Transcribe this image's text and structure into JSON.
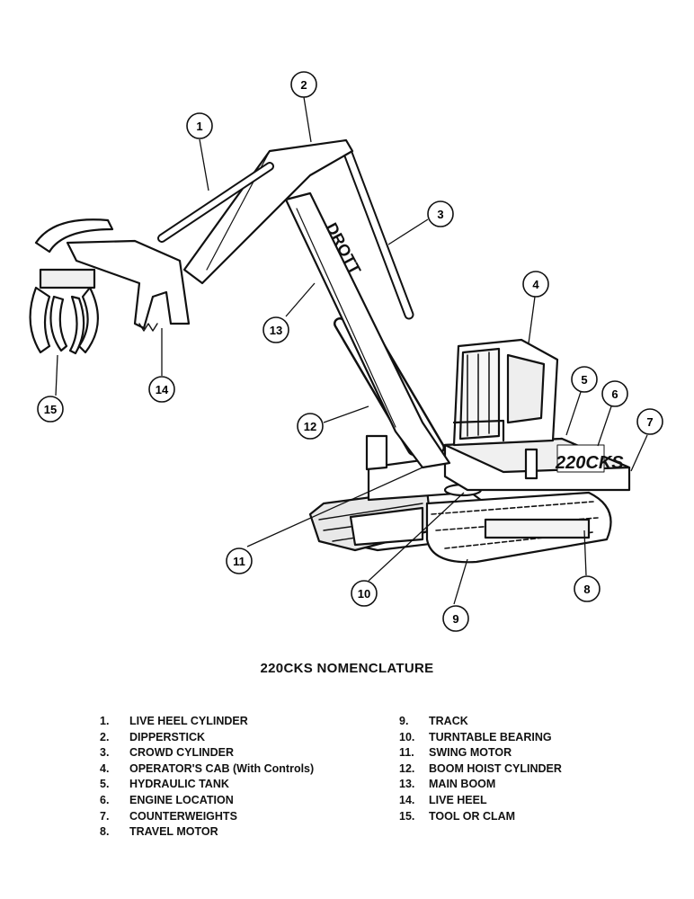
{
  "caption": "220CKS NOMENCLATURE",
  "decal": {
    "boom_text": "DROTT",
    "body_text": "220CKS"
  },
  "callouts": [
    "1",
    "2",
    "3",
    "4",
    "5",
    "6",
    "7",
    "8",
    "9",
    "10",
    "11",
    "12",
    "13",
    "14",
    "15"
  ],
  "legend_left": [
    {
      "num": "1.",
      "label": "LIVE HEEL CYLINDER"
    },
    {
      "num": "2.",
      "label": "DIPPERSTICK"
    },
    {
      "num": "3.",
      "label": "CROWD CYLINDER"
    },
    {
      "num": "4.",
      "label": "OPERATOR'S CAB (With Controls)"
    },
    {
      "num": "5.",
      "label": "HYDRAULIC TANK"
    },
    {
      "num": "6.",
      "label": "ENGINE LOCATION"
    },
    {
      "num": "7.",
      "label": "COUNTERWEIGHTS"
    },
    {
      "num": "8.",
      "label": "TRAVEL MOTOR"
    }
  ],
  "legend_right": [
    {
      "num": "9.",
      "label": "TRACK"
    },
    {
      "num": "10.",
      "label": "TURNTABLE BEARING"
    },
    {
      "num": "11.",
      "label": "SWING MOTOR"
    },
    {
      "num": "12.",
      "label": "BOOM HOIST CYLINDER"
    },
    {
      "num": "13.",
      "label": "MAIN BOOM"
    },
    {
      "num": "14.",
      "label": "LIVE HEEL"
    },
    {
      "num": "15.",
      "label": "TOOL OR CLAM"
    }
  ]
}
